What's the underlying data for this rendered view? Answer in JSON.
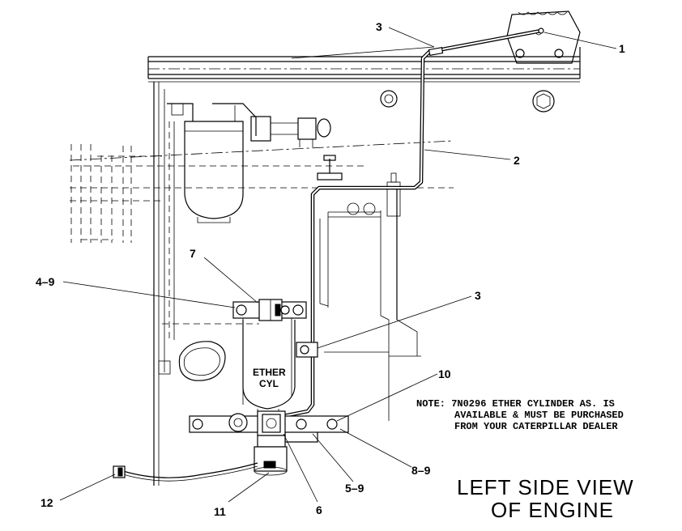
{
  "callouts": {
    "c1": "1",
    "c2": "2",
    "c3_top": "3",
    "c3_mid": "3",
    "c4_9": "4–9",
    "c5_9": "5–9",
    "c6": "6",
    "c7": "7",
    "c8_9": "8–9",
    "c10": "10",
    "c11": "11",
    "c12": "12"
  },
  "cylinder_label": {
    "line1": "ETHER",
    "line2": "CYL"
  },
  "note": {
    "line1": "NOTE: 7N0296 ETHER CYLINDER AS. IS",
    "line2": "AVAILABLE & MUST BE PURCHASED",
    "line3": "FROM YOUR CATERPILLAR DEALER"
  },
  "title": {
    "line1": "LEFT SIDE VIEW",
    "line2": "OF ENGINE"
  }
}
